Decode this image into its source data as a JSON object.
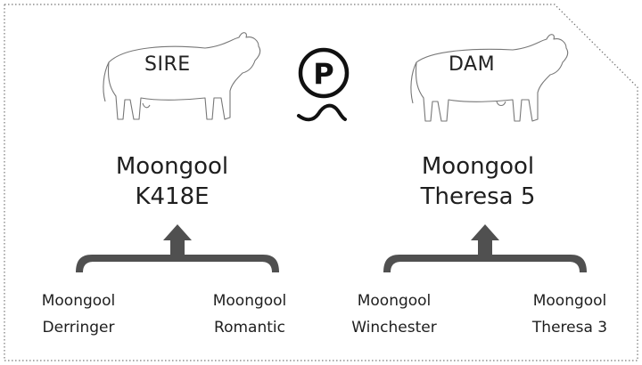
{
  "sire": {
    "role": "SIRE",
    "name_line1": "Moongool",
    "name_line2": "K418E",
    "grandsire": {
      "line1": "Moongool",
      "line2": "Derringer"
    },
    "granddam": {
      "line1": "Moongool",
      "line2": "Romantic"
    }
  },
  "dam": {
    "role": "DAM",
    "name_line1": "Moongool",
    "name_line2": "Theresa 5",
    "grandsire": {
      "line1": "Moongool",
      "line2": "Winchester"
    },
    "granddam": {
      "line1": "Moongool",
      "line2": "Theresa 3"
    }
  },
  "logo_letter": "P",
  "colors": {
    "brace": "#505050",
    "outline": "#555555",
    "text": "#1e1e1e"
  },
  "icons": {
    "sire": "bull-outline-icon",
    "dam": "cow-outline-icon",
    "logo": "polled-p-logo-icon"
  }
}
